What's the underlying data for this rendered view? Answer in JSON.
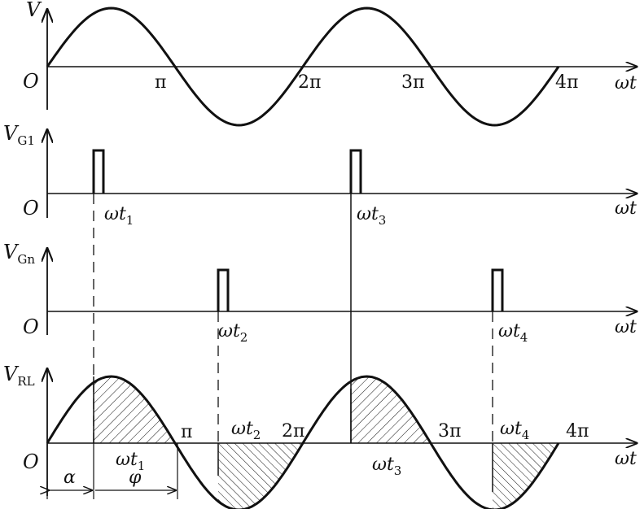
{
  "panels": {
    "top": {
      "y_label": "V",
      "origin": "O",
      "x_label": "ωt",
      "ticks": [
        "π",
        "2π",
        "3π",
        "4π"
      ]
    },
    "g1": {
      "y_label": "V",
      "y_sub": "G1",
      "origin": "O",
      "x_label": "ωt",
      "pulse_labels": [
        {
          "text": "ωt",
          "sub": "1"
        },
        {
          "text": "ωt",
          "sub": "3"
        }
      ]
    },
    "gn": {
      "y_label": "V",
      "y_sub": "Gn",
      "origin": "O",
      "x_label": "ωt",
      "pulse_labels": [
        {
          "text": "ωt",
          "sub": "2"
        },
        {
          "text": "ωt",
          "sub": "4"
        }
      ]
    },
    "rl": {
      "y_label": "V",
      "y_sub": "RL",
      "origin": "O",
      "x_label": "ωt",
      "ticks": [
        "π",
        "2π",
        "3π",
        "4π"
      ],
      "point_labels": [
        {
          "text": "ωt",
          "sub": "1"
        },
        {
          "text": "ωt",
          "sub": "2"
        },
        {
          "text": "ωt",
          "sub": "3"
        },
        {
          "text": "ωt",
          "sub": "4"
        }
      ],
      "alpha": "α",
      "phi": "φ"
    }
  },
  "colors": {
    "stroke": "#111111",
    "background": "#ffffff"
  }
}
